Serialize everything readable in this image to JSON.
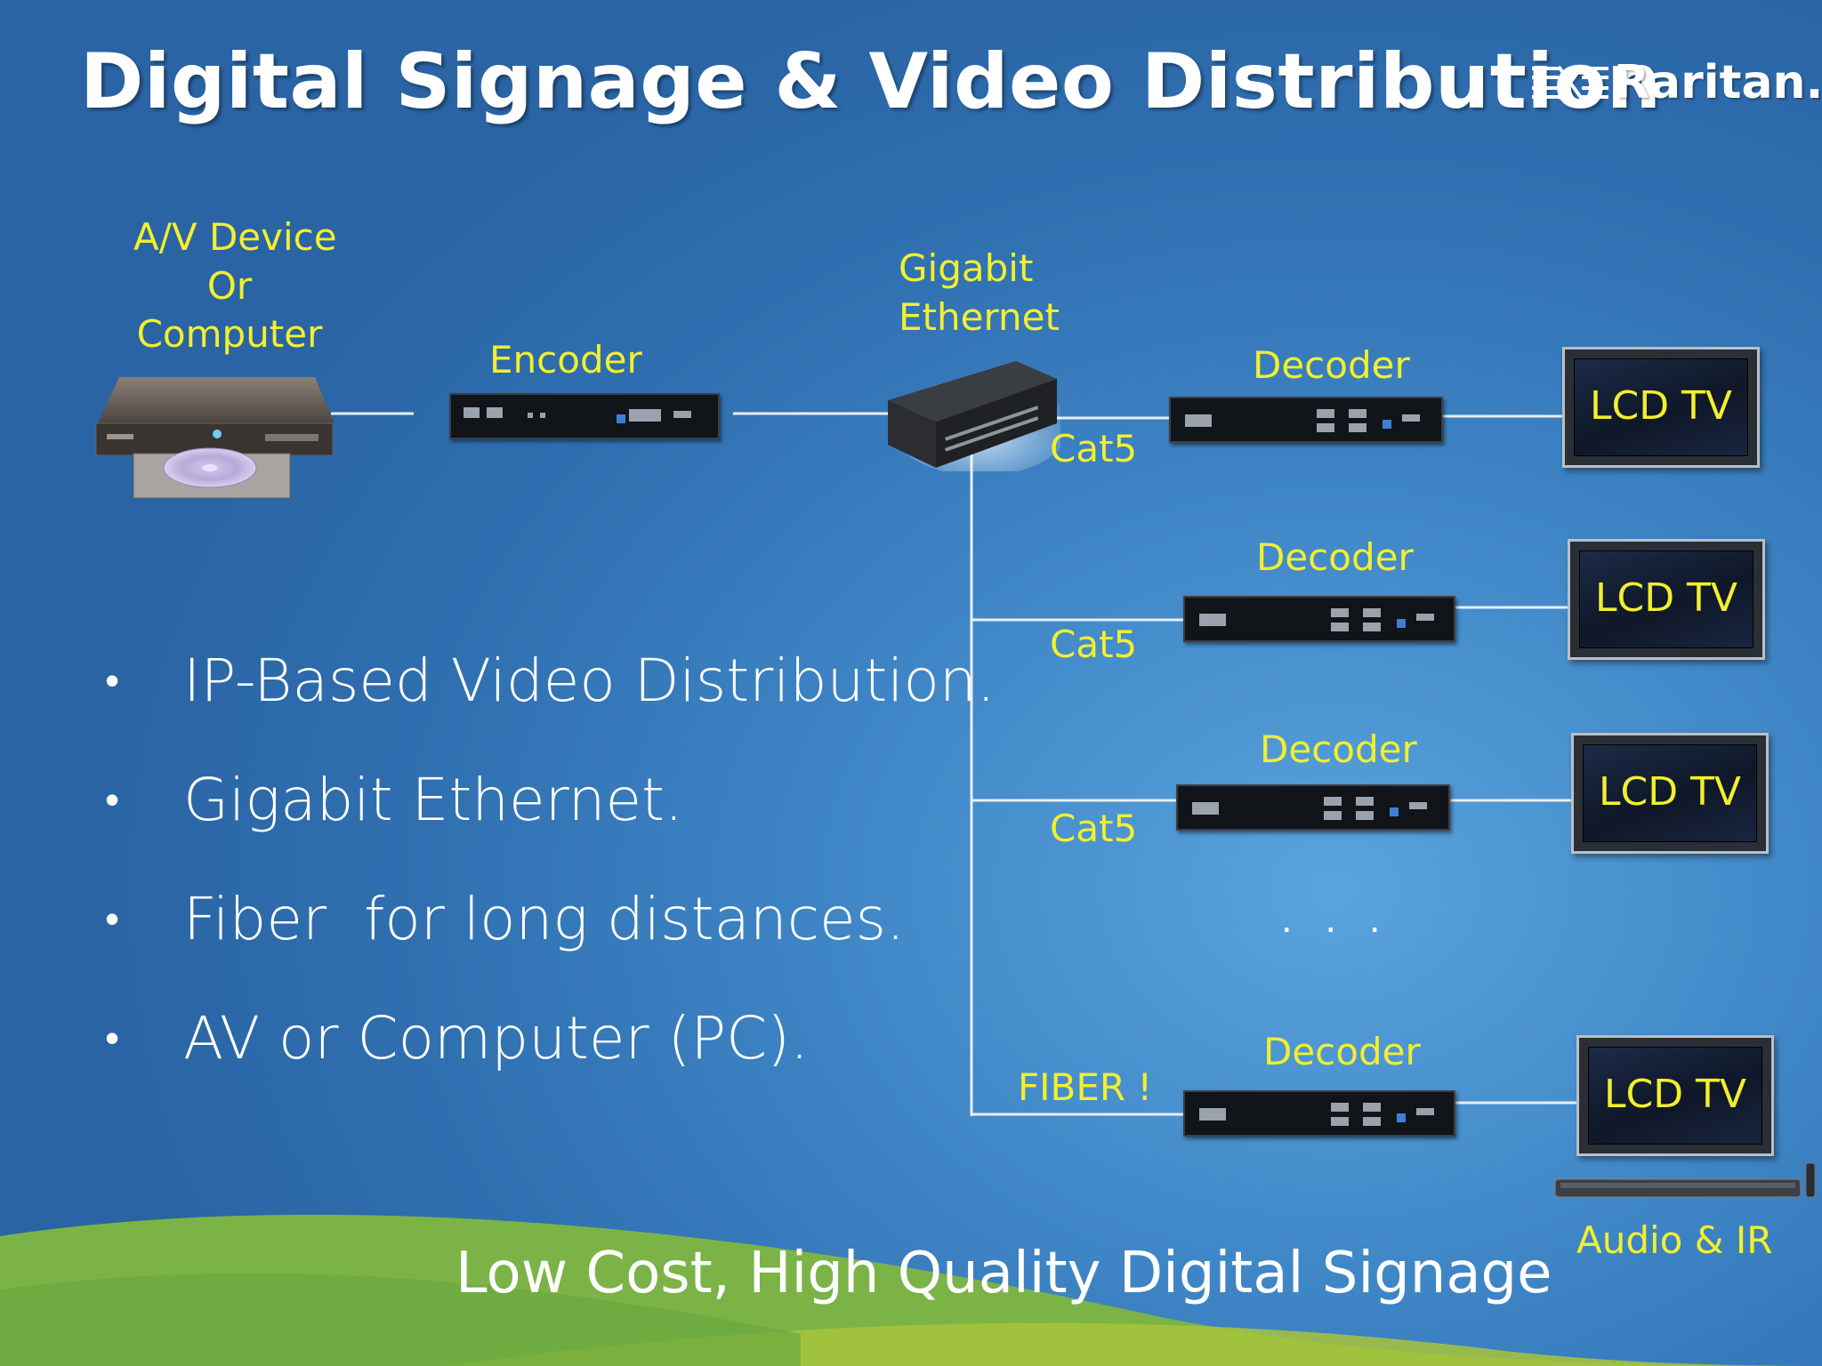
{
  "slide": {
    "title": "Digital Signage & Video Distribution",
    "logo_text": "Raritan.",
    "footer": "Low Cost, High Quality Digital Signage"
  },
  "bullets": [
    "IP-Based Video Distribution.",
    "Gigabit Ethernet.",
    "Fiber  for long distances.",
    "AV or Computer (PC)."
  ],
  "diagram": {
    "source_label_lines": [
      "A/V Device",
      "Or",
      "Computer"
    ],
    "encoder_label": "Encoder",
    "switch_label_lines": [
      "Gigabit",
      "Ethernet"
    ],
    "decoder_label": "Decoder",
    "tv_label": "LCD TV",
    "links": [
      "Cat5",
      "Cat5",
      "Cat5",
      "FIBER !"
    ],
    "ellipsis": ". . .",
    "audio_label": "Audio & IR"
  },
  "colors": {
    "background": "#3f86c6",
    "label_yellow": "#f2ef2e",
    "text_white": "#ffffff"
  }
}
